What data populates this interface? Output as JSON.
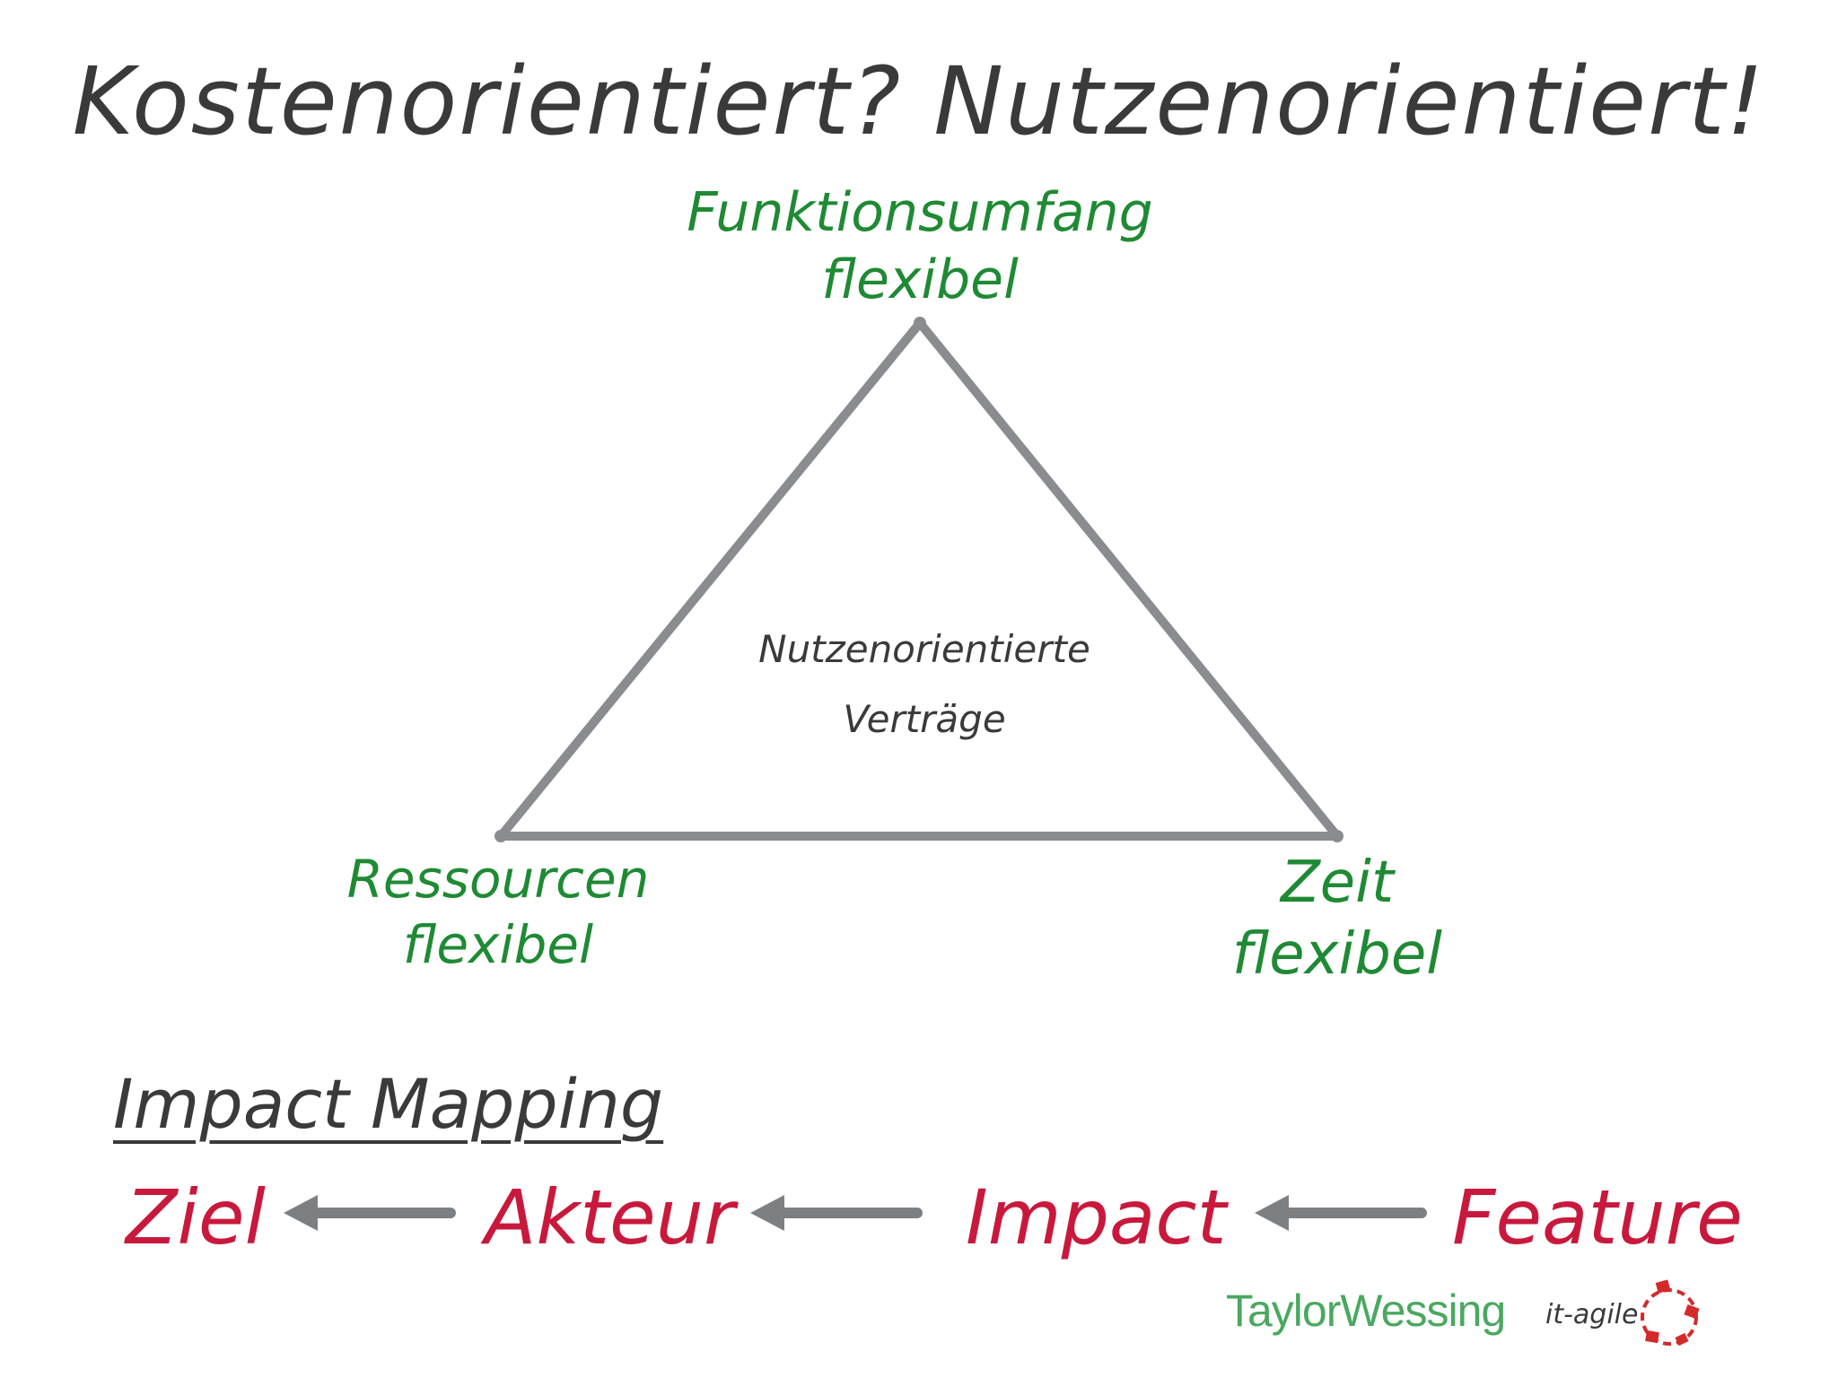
{
  "title": "Kostenorientiert? Nutzenorientiert!",
  "triangle": {
    "top": {
      "line1": "Funktionsumfang",
      "line2": "flexibel"
    },
    "left": {
      "line1": "Ressourcen",
      "line2": "flexibel"
    },
    "right": {
      "line1": "Zeit",
      "line2": "flexibel"
    },
    "center": {
      "line1": "Nutzenorientierte",
      "line2": "Verträge"
    }
  },
  "impact_mapping": {
    "heading": "Impact Mapping",
    "chain": [
      "Ziel",
      "Akteur",
      "Impact",
      "Feature"
    ]
  },
  "logos": {
    "taylor_wessing": "TaylorWessing",
    "it_agile": "it-agile"
  },
  "colors": {
    "green_labels": "#1f8a34",
    "red_labels": "#c8193c",
    "text_dark": "#3a3a3a",
    "lines_gray": "#8a8c8f",
    "arrows_gray": "#7d8083"
  }
}
